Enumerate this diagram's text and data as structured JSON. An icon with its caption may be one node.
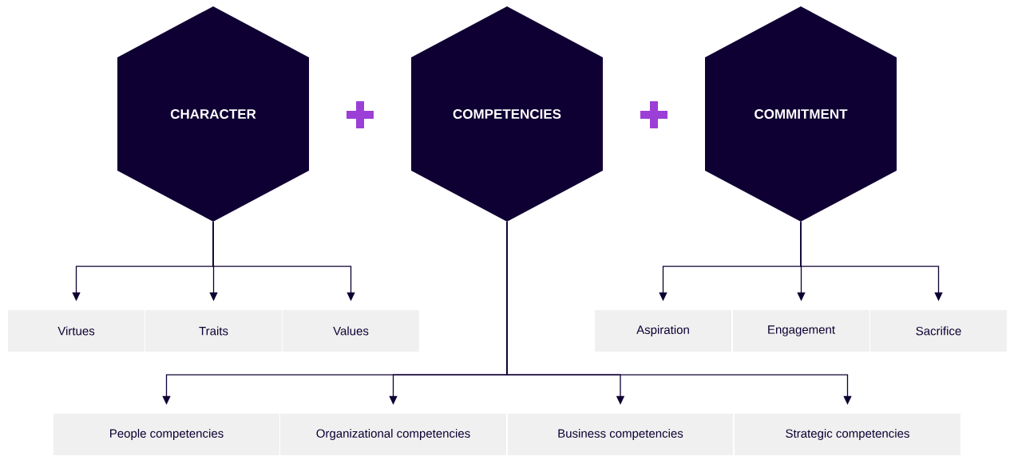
{
  "diagram": {
    "nodes": [
      {
        "text": [
          "CHARACTER"
        ]
      },
      {
        "text": [
          "COMPETENCIES"
        ]
      },
      {
        "text": [
          "COMMITMENT"
        ]
      },
      {
        "text": [
          "Virtues"
        ]
      },
      {
        "text": [
          "Traits"
        ]
      },
      {
        "text": [
          "Values"
        ]
      },
      {
        "text": [
          "Aspiration"
        ]
      },
      {
        "text": [
          "Engagement"
        ]
      },
      {
        "text": [
          "Sacrifice"
        ]
      },
      {
        "text": [
          "People competencies"
        ]
      },
      {
        "text": [
          "Organizational competencies"
        ]
      },
      {
        "text": [
          "Business competencies"
        ]
      },
      {
        "text": [
          "Strategic competencies"
        ]
      }
    ],
    "edges": [
      {
        "from": 0,
        "to": 3,
        "arrow": "to"
      },
      {
        "from": 0,
        "to": 4,
        "arrow": "to"
      },
      {
        "from": 0,
        "to": 5,
        "arrow": "to"
      },
      {
        "from": 2,
        "to": 6,
        "arrow": "to"
      },
      {
        "from": 2,
        "to": 7,
        "arrow": "to"
      },
      {
        "from": 2,
        "to": 8,
        "arrow": "to"
      },
      {
        "from": 1,
        "to": 9,
        "arrow": "to"
      },
      {
        "from": 1,
        "to": 10,
        "arrow": "to"
      },
      {
        "from": 1,
        "to": 11,
        "arrow": "to"
      },
      {
        "from": 1,
        "to": 12,
        "arrow": "to"
      }
    ]
  }
}
